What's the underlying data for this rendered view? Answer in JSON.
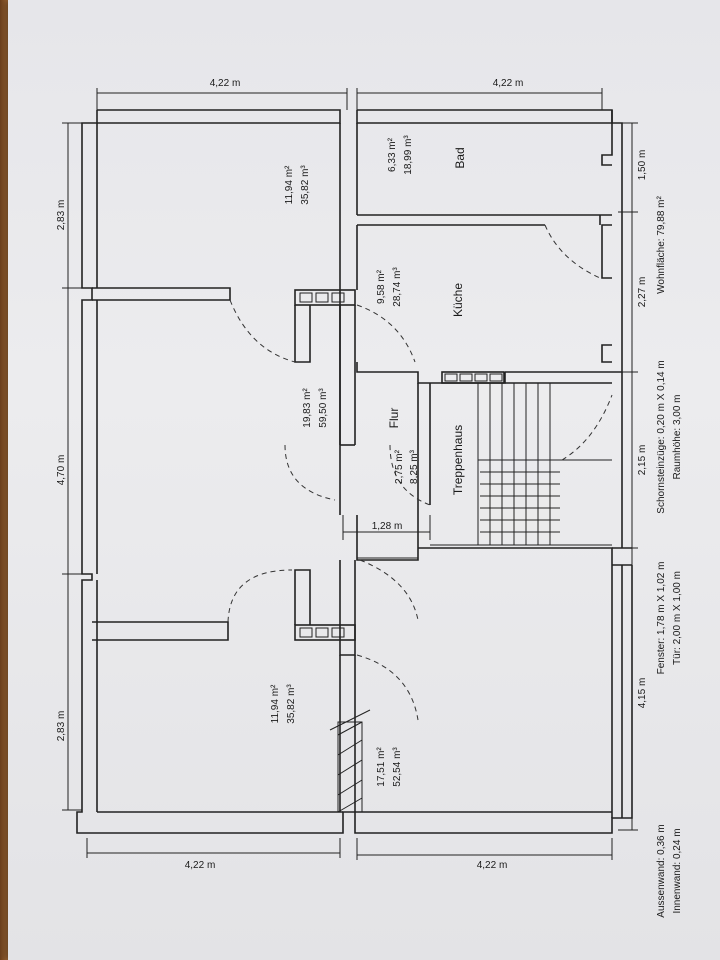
{
  "dimensions": {
    "top_left": "4,22 m",
    "top_right": "4,22 m",
    "bottom_left": "4,22 m",
    "bottom_right": "4,22 m",
    "left_top": "2,83 m",
    "left_middle": "4,70 m",
    "left_bottom": "2,83 m",
    "right_top": "1,50 m",
    "right_second": "2,27 m",
    "right_third": "2,15 m",
    "right_bottom": "4,15 m",
    "corridor": "1,28 m"
  },
  "rooms": {
    "room_top_left": {
      "area": "11,94 m²",
      "volume": "35,82 m³"
    },
    "room_middle_left": {
      "area": "19,83 m²",
      "volume": "59,50 m³"
    },
    "room_bottom_left": {
      "area": "11,94 m²",
      "volume": "35,82 m³"
    },
    "room_bottom_center": {
      "area": "17,51 m²",
      "volume": "52,54 m³"
    },
    "bad": {
      "name": "Bad",
      "area": "6,33 m²",
      "volume": "18,99 m³"
    },
    "kueche": {
      "name": "Küche",
      "area": "9,58 m²",
      "volume": "28,74 m³"
    },
    "flur": {
      "name": "Flur",
      "area": "2,75 m²",
      "volume": "8,25 m³"
    },
    "treppenhaus": {
      "name": "Treppenhaus"
    }
  },
  "legend": {
    "aussenwand": "Aussenwand: 0,36 m",
    "innenwand": "Innenwand: 0,24 m",
    "fenster": "Fenster: 1,78 m  X  1,02 m",
    "tuer": "Tür: 2,00 m  X  1,00 m",
    "schornstein": "Schornsteinzüge: 0,20 m  X  0,14 m",
    "raumhoehe": "Raumhöhe: 3,00 m",
    "wohnflaeche": "Wohnfläche: 79,88 m²"
  }
}
